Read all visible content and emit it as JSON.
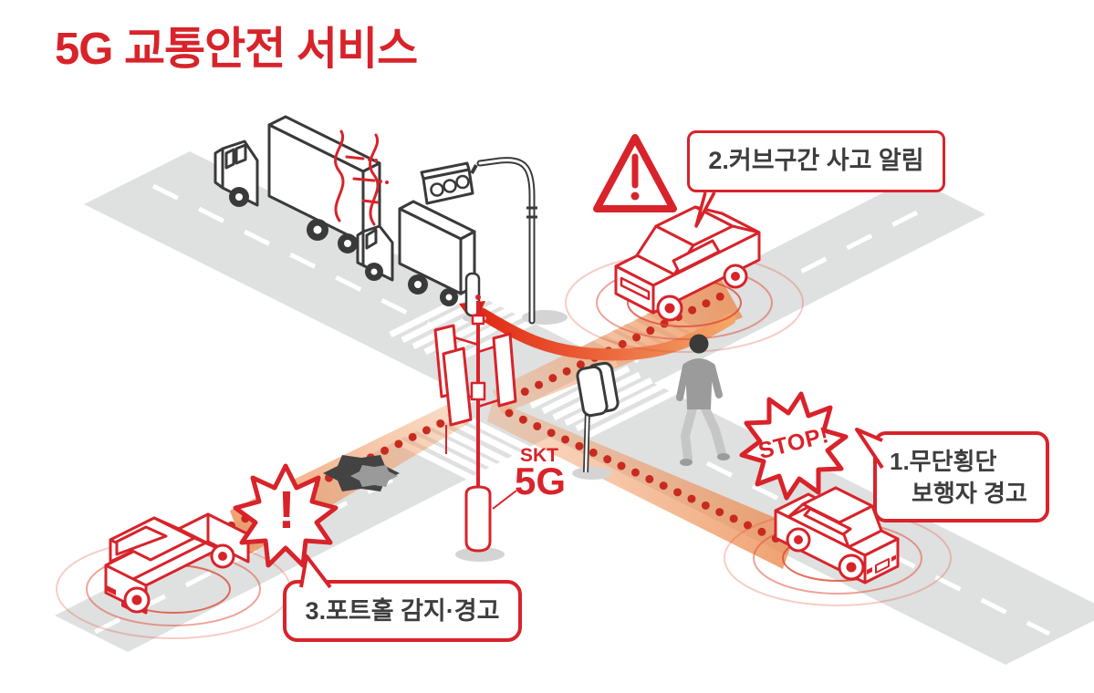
{
  "title": "5G 교통안전 서비스",
  "callouts": {
    "jaywalk": {
      "line1": "1.무단횡단",
      "line2": "보행자 경고"
    },
    "curve": {
      "label": "2.커브구간 사고 알림"
    },
    "pothole": {
      "label": "3.포트홀 감지·경고"
    }
  },
  "station": {
    "brand": "SKT",
    "tech": "5G"
  },
  "bursts": {
    "stop": "STOP!",
    "alert": "!"
  },
  "icons": {
    "warning_triangle": "rounded red triangle with exclamation mark",
    "stop_burst": "ten-point starburst",
    "alert_burst": "nine-point starburst",
    "traffic_light": "three-lamp hanging signal",
    "base_station": "red 5G antenna mast",
    "collision_smoke": "red steam squiggles between trucks"
  },
  "colors": {
    "brand_red": "#D8232A",
    "arrow_red": "#E02312",
    "signal_orange": "#F09B62",
    "outline_dark": "#3A3A3A",
    "road_gray": "#DFE0E0",
    "text_dark": "#3D3D3D"
  }
}
